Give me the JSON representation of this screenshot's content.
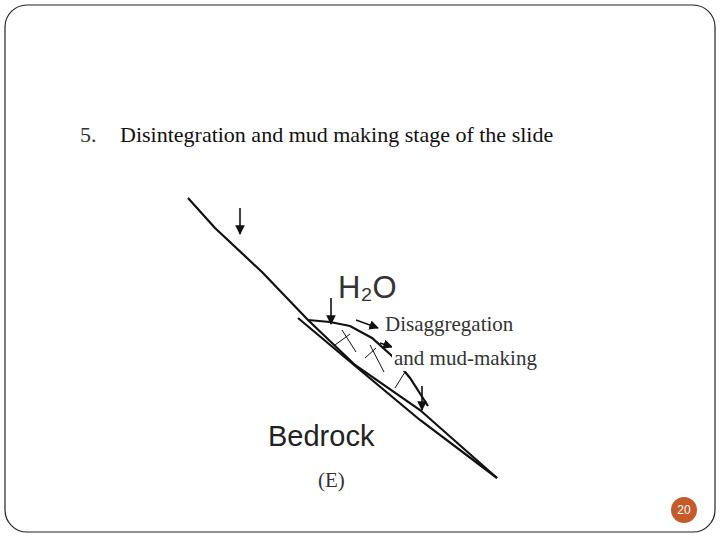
{
  "diagram": {
    "title": "Disintegration and mud making stage of the slide",
    "nodes": [
      {
        "text": [
          "20"
        ]
      }
    ],
    "labels": [
      "5.",
      "H₂O",
      "Disaggregation",
      "and mud-making",
      "Bedrock",
      "(E)"
    ]
  }
}
